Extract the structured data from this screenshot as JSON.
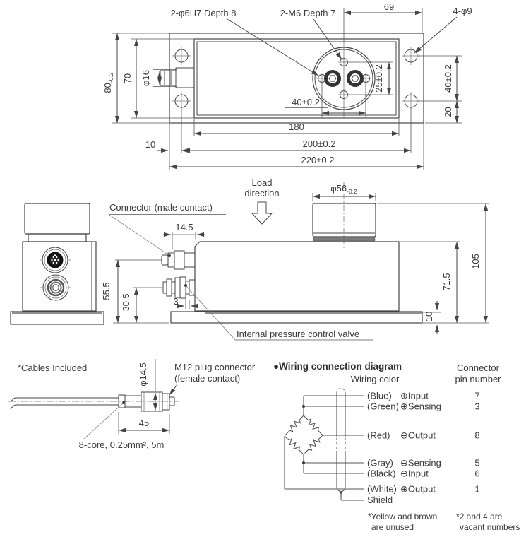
{
  "top_view": {
    "label_dowel": "2-φ6H7 Depth 8",
    "label_tap": "2-M6 Depth 7",
    "dim_69": "69",
    "label_corner_holes": "4-φ9",
    "dim_height": "80",
    "dim_height_tol": "-0.2",
    "dim_70": "70",
    "dim_phi16": "φ16",
    "dim_25": "25±0.2",
    "dim_40_holes": "40±0.2",
    "dim_40_right": "40±0.2",
    "dim_20": "20",
    "dim_10": "10",
    "dim_180": "180",
    "dim_200": "200±0.2",
    "dim_220": "220±0.2"
  },
  "side_view": {
    "label_connector": "Connector (male contact)",
    "load_direction_line1": "Load",
    "load_direction_line2": "direction",
    "dim_phi56": "φ56",
    "dim_phi56_tol": "-0.2",
    "dim_14_5": "14.5",
    "dim_55_5": "55.5",
    "dim_30_5": "30.5",
    "dim_3": "3",
    "dim_105": "105",
    "dim_71_5": "71.5",
    "dim_10": "10",
    "label_valve": "Internal pressure control valve"
  },
  "cable": {
    "note_included": "*Cables Included",
    "dim_phi14_5": "φ14.5",
    "label_plug_line1": "M12 plug connector",
    "label_plug_line2": "(female contact)",
    "dim_45": "45",
    "spec": "8-core, 0.25mm², 5m"
  },
  "wiring": {
    "title": "●Wiring connection diagram",
    "col_color": "Wiring color",
    "col_pin_line1": "Connector",
    "col_pin_line2": "pin number",
    "rows": [
      {
        "color": "(Blue)",
        "signal": "⊕Input",
        "pin": "7"
      },
      {
        "color": "(Green)",
        "signal": "⊕Sensing",
        "pin": "3"
      },
      {
        "color": "(Red)",
        "signal": "⊖Output",
        "pin": "8"
      },
      {
        "color": "(Gray)",
        "signal": "⊖Sensing",
        "pin": "5"
      },
      {
        "color": "(Black)",
        "signal": "⊖Input",
        "pin": "6"
      },
      {
        "color": "(White)",
        "signal": "⊕Output",
        "pin": "1"
      }
    ],
    "shield": "Shield",
    "note1_line1": "*Yellow and brown",
    "note1_line2": "are unused",
    "note2_line1": "*2 and 4 are",
    "note2_line2": "vacant numbers"
  }
}
